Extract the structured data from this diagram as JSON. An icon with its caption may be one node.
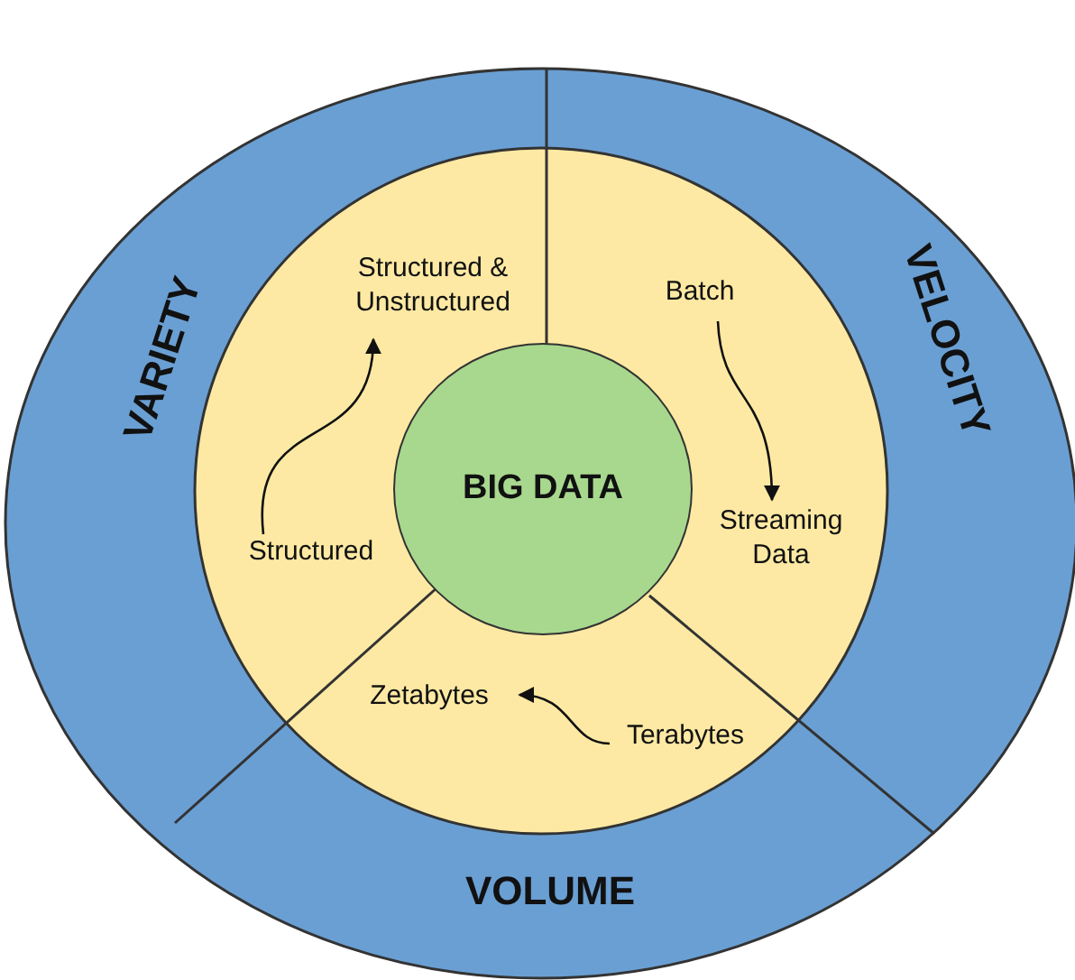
{
  "diagram": {
    "nodes": [
      {
        "text": [
          "VARIETY"
        ]
      },
      {
        "text": [
          "VELOCITY"
        ]
      },
      {
        "text": [
          "VOLUME"
        ]
      },
      {
        "text": [
          "BIG DATA"
        ]
      },
      {
        "text": [
          "Structured & Unstructured"
        ]
      },
      {
        "text": [
          "Structured"
        ]
      },
      {
        "text": [
          "Batch"
        ]
      },
      {
        "text": [
          "Streaming Data"
        ]
      },
      {
        "text": [
          "Zetabytes"
        ]
      },
      {
        "text": [
          "Terabytes"
        ]
      }
    ],
    "edges": [
      {
        "from": 5,
        "to": 4,
        "arrow": "to"
      },
      {
        "from": 6,
        "to": 7,
        "arrow": "to"
      },
      {
        "from": 9,
        "to": 8,
        "arrow": "to"
      }
    ]
  }
}
